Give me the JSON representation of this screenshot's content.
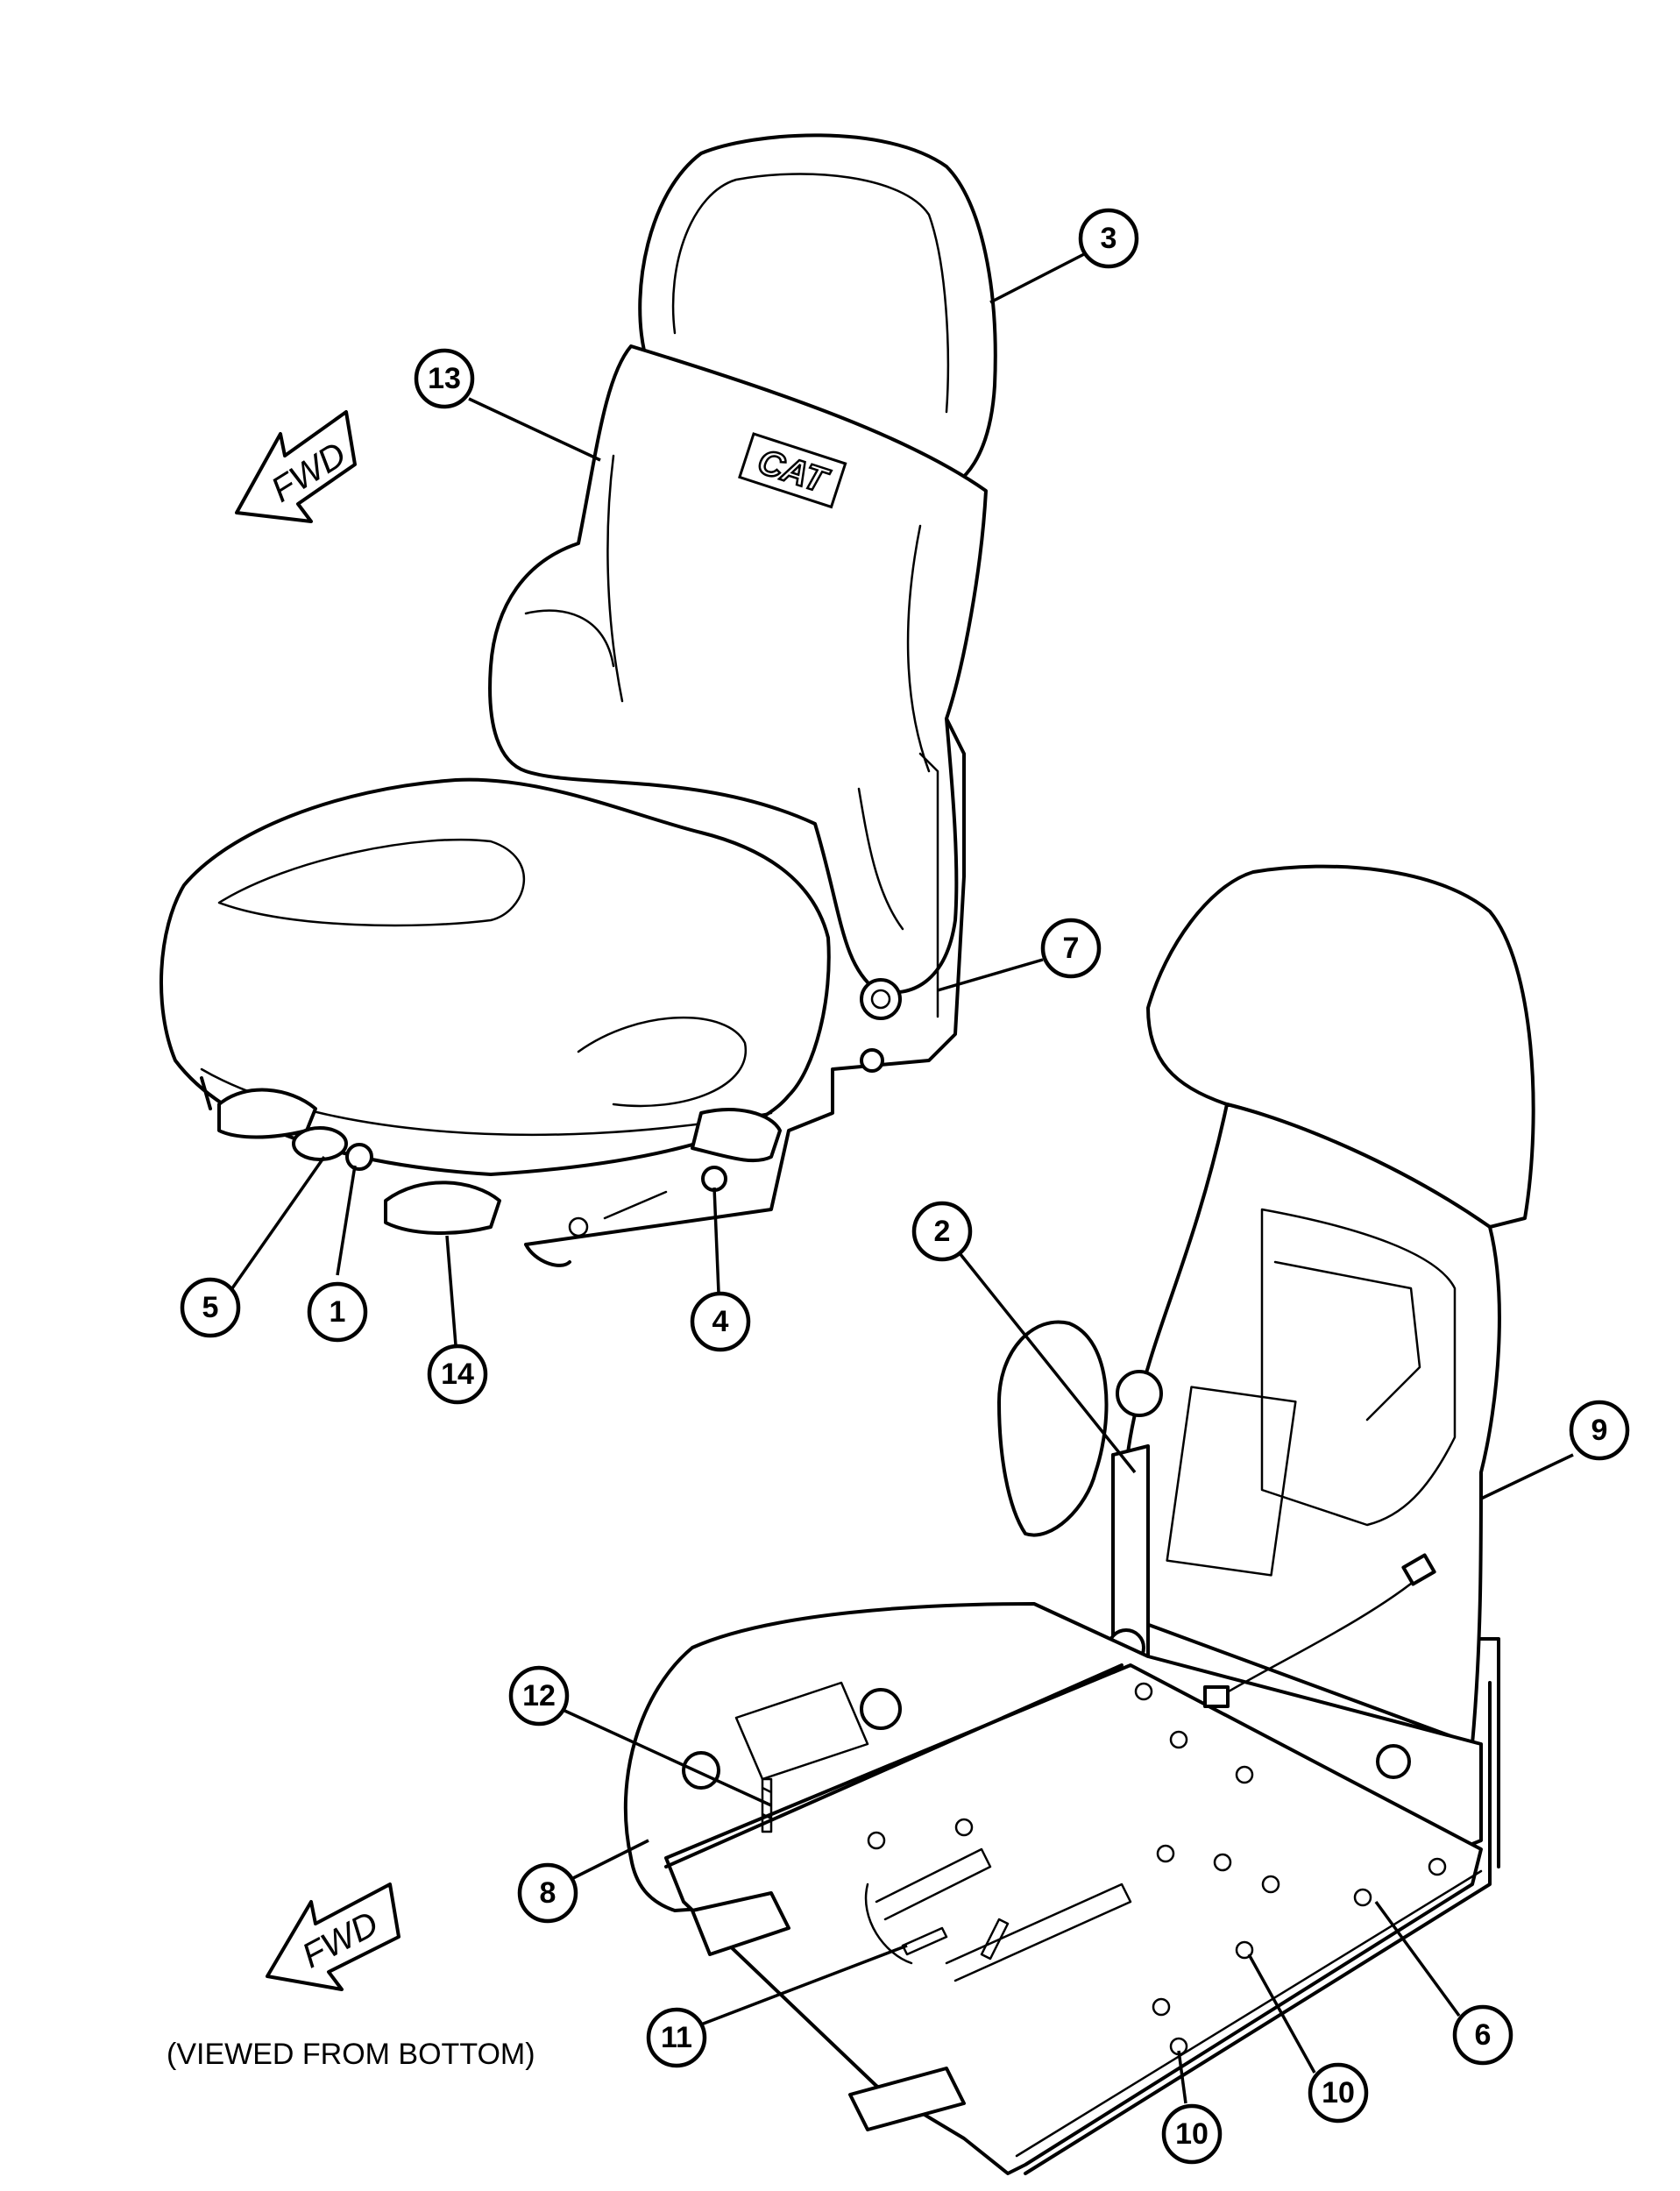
{
  "diagram": {
    "fwd_label_top": "FWD",
    "fwd_label_bottom": "FWD",
    "caption_bottom": "(VIEWED FROM BOTTOM)",
    "brand_logo_text": "CAT",
    "callouts": {
      "c1": "1",
      "c2": "2",
      "c3": "3",
      "c4": "4",
      "c5": "5",
      "c6": "6",
      "c7": "7",
      "c8": "8",
      "c9": "9",
      "c10a": "10",
      "c10b": "10",
      "c11": "11",
      "c12": "12",
      "c13": "13",
      "c14": "14"
    }
  }
}
